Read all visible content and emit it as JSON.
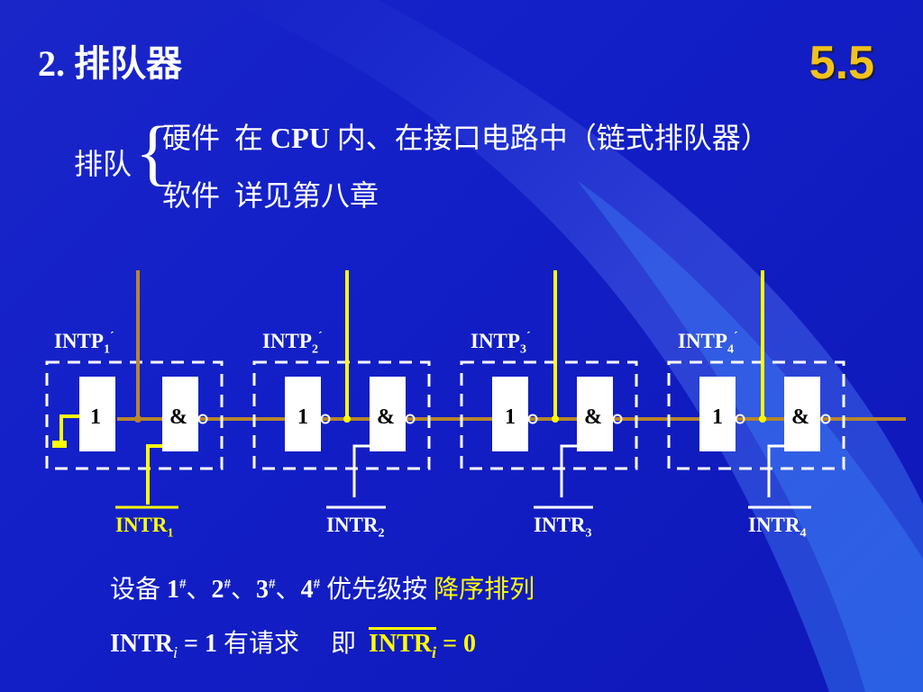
{
  "slide": {
    "title": "2. 排队器",
    "section": "5.5"
  },
  "queue": {
    "label": "排队",
    "hardware_term": "硬件",
    "hardware_desc_pre": "在 ",
    "hardware_cpu": "CPU",
    "hardware_desc_post": " 内、在接口电路中（链式排队器）",
    "software_term": "软件",
    "software_desc": "详见第八章"
  },
  "circuit": {
    "gate_not": "1",
    "gate_and": "&",
    "stages": [
      {
        "intp": "INTP",
        "intp_sub": "1",
        "intr": "INTR",
        "intr_sub": "1"
      },
      {
        "intp": "INTP",
        "intp_sub": "2",
        "intr": "INTR",
        "intr_sub": "2"
      },
      {
        "intp": "INTP",
        "intp_sub": "3",
        "intr": "INTR",
        "intr_sub": "3"
      },
      {
        "intp": "INTP",
        "intp_sub": "4",
        "intr": "INTR",
        "intr_sub": "4"
      }
    ],
    "prime": "´"
  },
  "notes": {
    "line1_pre": "设备 ",
    "d1": "1",
    "d2": "2",
    "d3": "3",
    "d4": "4",
    "hash": "#",
    "sep": "、",
    "line1_mid": " 优先级按 ",
    "line1_highlight": "降序排列",
    "line2_intr": "INTR",
    "line2_i": "i",
    "line2_eq": " = 1",
    "line2_text": "  有请求",
    "line2_then": "即",
    "line2_intr_bar": "INTR",
    "line2_eq0": " = 0"
  },
  "colors": {
    "background": "#1320c8",
    "accent": "#f2c21b",
    "wire_brown": "#b8862b",
    "wire_yellow": "#ffff00",
    "highlight": "#ffff00"
  }
}
